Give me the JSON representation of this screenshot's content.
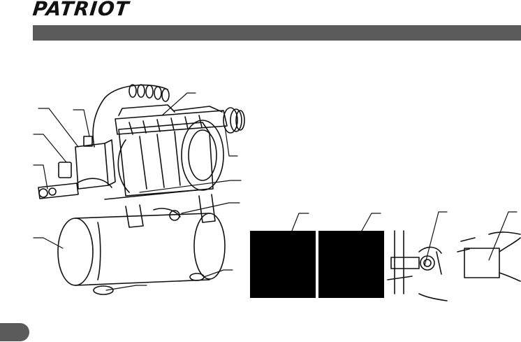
{
  "header": {
    "brand": "PATRIOT",
    "band_color": "#5b5b5b"
  },
  "figure": {
    "main_illustration": "air-compressor-line-drawing",
    "detail_insets": [
      "black-panel-1",
      "black-panel-2",
      "valve-detail",
      "filter-detail"
    ]
  },
  "colors": {
    "ink": "#111111",
    "band": "#5b5b5b",
    "panel": "#000000"
  }
}
